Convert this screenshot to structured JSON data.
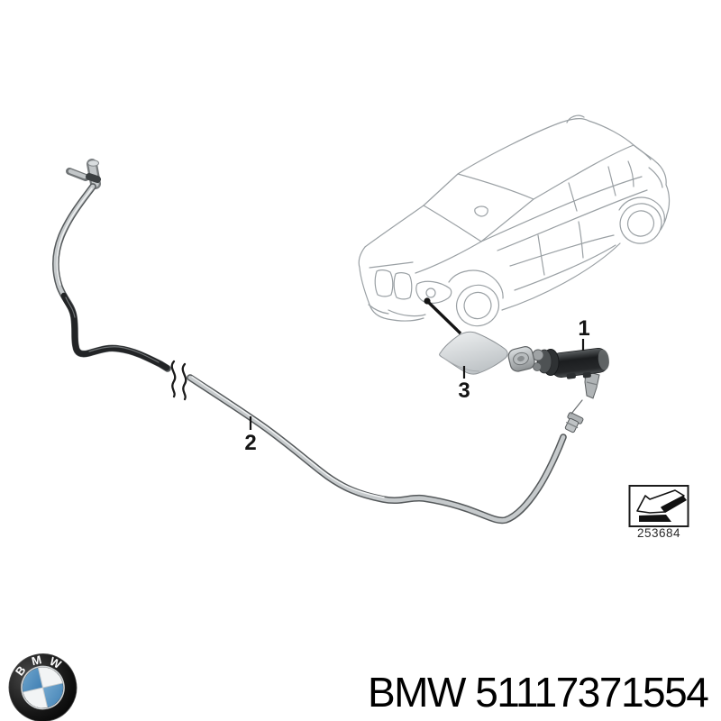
{
  "callouts": {
    "part1": "1",
    "part2": "2",
    "part3": "3"
  },
  "thumbnail": {
    "code": "253684",
    "icon": "corner-arrow-icon"
  },
  "footer": {
    "part_number_text": "BMW 51117371554"
  },
  "logo": {
    "letters": [
      "B",
      "M",
      "W"
    ]
  },
  "colors": {
    "car_line": "#9aa0a4",
    "hose_outline": "#55595b",
    "hose_core": "#c6cacc",
    "hose_dark": "#222426",
    "label": "#141414",
    "logo_blue": "#5291c4",
    "background": "#ffffff"
  }
}
